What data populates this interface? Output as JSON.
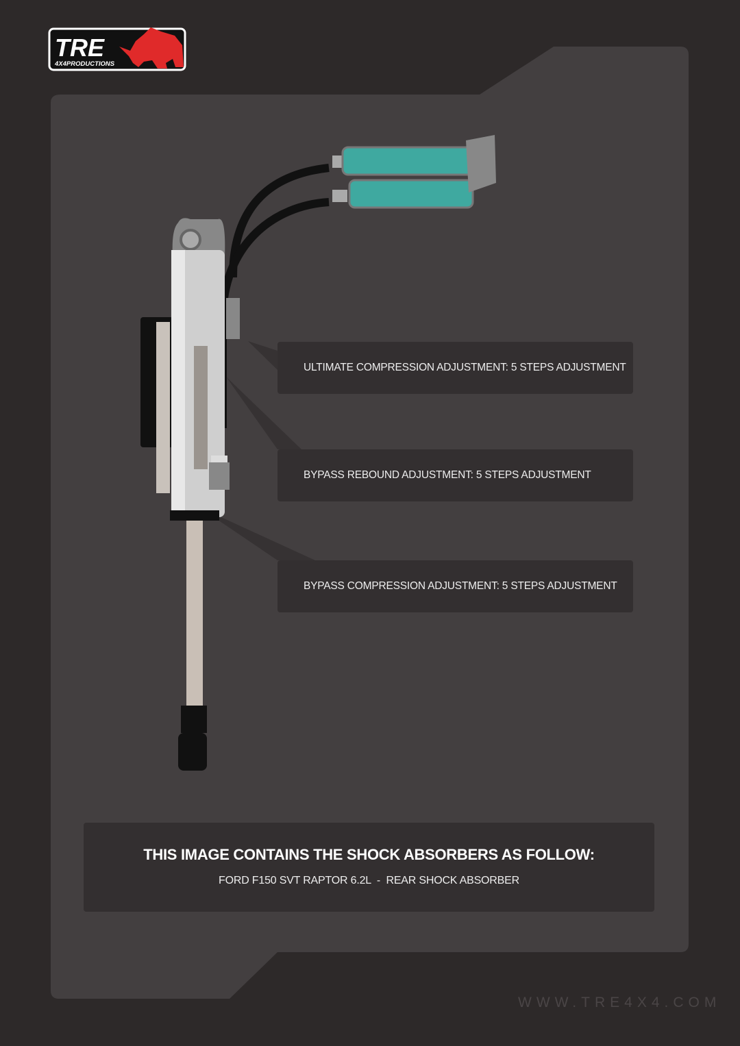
{
  "logo": {
    "brand": "TRE",
    "tagline": "4X4PRODUCTIONS"
  },
  "callouts": [
    {
      "label": "ULTIMATE COMPRESSION ADJUSTMENT: 5 STEPS ADJUSTMENT"
    },
    {
      "label": "BYPASS REBOUND ADJUSTMENT: 5 STEPS ADJUSTMENT"
    },
    {
      "label": "BYPASS COMPRESSION ADJUSTMENT: 5 STEPS ADJUSTMENT"
    }
  ],
  "info": {
    "title": "THIS IMAGE CONTAINS THE SHOCK ABSORBERS AS FOLLOW:",
    "subtitle": "FORD F150 SVT RAPTOR 6.2L  -  REAR SHOCK ABSORBER"
  },
  "footer": {
    "website": "WWW.TRE4X4.COM"
  },
  "colors": {
    "background": "#2d2929",
    "panel": "#433f40",
    "box": "#332f30",
    "accent": "#e02a2a",
    "reservoir": "#3fa9a0"
  }
}
